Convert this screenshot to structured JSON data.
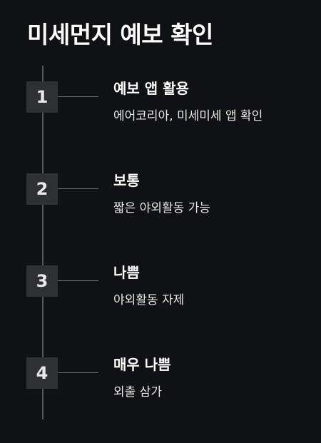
{
  "title": "미세먼지 예보 확인",
  "steps": [
    {
      "number": "1",
      "heading": "예보 앱 활용",
      "description": "에어코리아, 미세미세 앱 확인"
    },
    {
      "number": "2",
      "heading": "보통",
      "description": "짧은 야외활동 가능"
    },
    {
      "number": "3",
      "heading": "나쁨",
      "description": "야외활동 자제"
    },
    {
      "number": "4",
      "heading": "매우 나쁨",
      "description": "외출 삼가"
    }
  ],
  "colors": {
    "background": "#101113",
    "step_box": "#2f3033",
    "timeline": "#55575b"
  }
}
